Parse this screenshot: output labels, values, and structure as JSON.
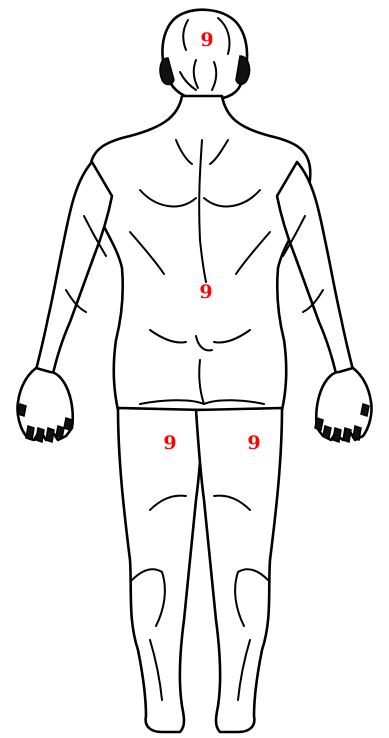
{
  "colors": {
    "outline": "#000000",
    "background": "#ffffff",
    "label": "#ff0000"
  },
  "regions": {
    "head": {
      "value": "9"
    },
    "lower_back": {
      "value": "9"
    },
    "left_thigh": {
      "value": "9"
    },
    "right_thigh": {
      "value": "9"
    }
  }
}
